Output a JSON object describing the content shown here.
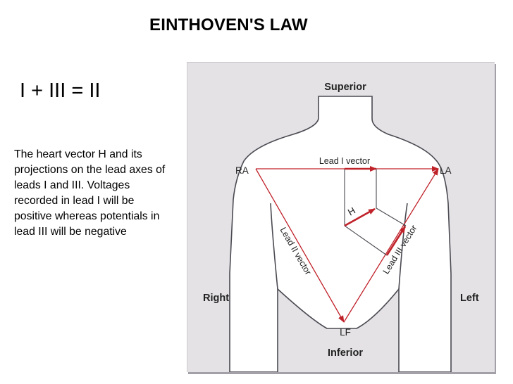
{
  "slide": {
    "title": "EINTHOVEN'S LAW",
    "equation": "I + III = II",
    "description": "The heart vector H and its projections on the lead axes of leads I and III. Voltages recorded in lead I will be positive whereas potentials in lead III will be negative"
  },
  "diagram": {
    "labels": {
      "superior": "Superior",
      "inferior": "Inferior",
      "right": "Right",
      "left": "Left",
      "ra": "RA",
      "la": "LA",
      "lf": "LF",
      "h": "H",
      "lead_i_vector": "Lead I vector",
      "lead_ii_vector": "Lead II vector",
      "lead_iii_vector": "Lead III vector"
    },
    "colors": {
      "vector": "#c0222a",
      "outline": "#4a4a52",
      "body": "#ffffff",
      "background": "#e4e2e5"
    }
  }
}
